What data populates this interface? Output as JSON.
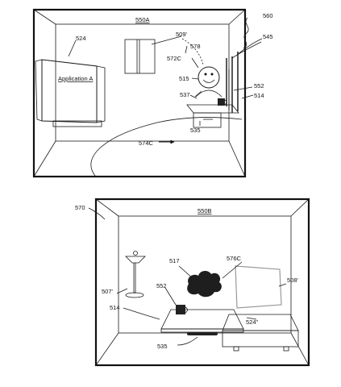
{
  "panel_a": {
    "title": "550A",
    "screen_text": "Application A",
    "labels": {
      "l524": "524",
      "l509": "509'",
      "l578": "578",
      "l560": "560",
      "l545": "545",
      "l572c": "572C",
      "l515": "515",
      "l552": "552",
      "l514": "514",
      "l537": "537",
      "l535": "535",
      "l574c": "574C"
    }
  },
  "panel_b": {
    "title": "550B",
    "labels": {
      "l570": "570",
      "l517": "517",
      "l576c": "576C",
      "l508": "508'",
      "l507": "507'",
      "l552": "552",
      "l514": "514",
      "l524": "524\"",
      "l535": "535"
    }
  }
}
